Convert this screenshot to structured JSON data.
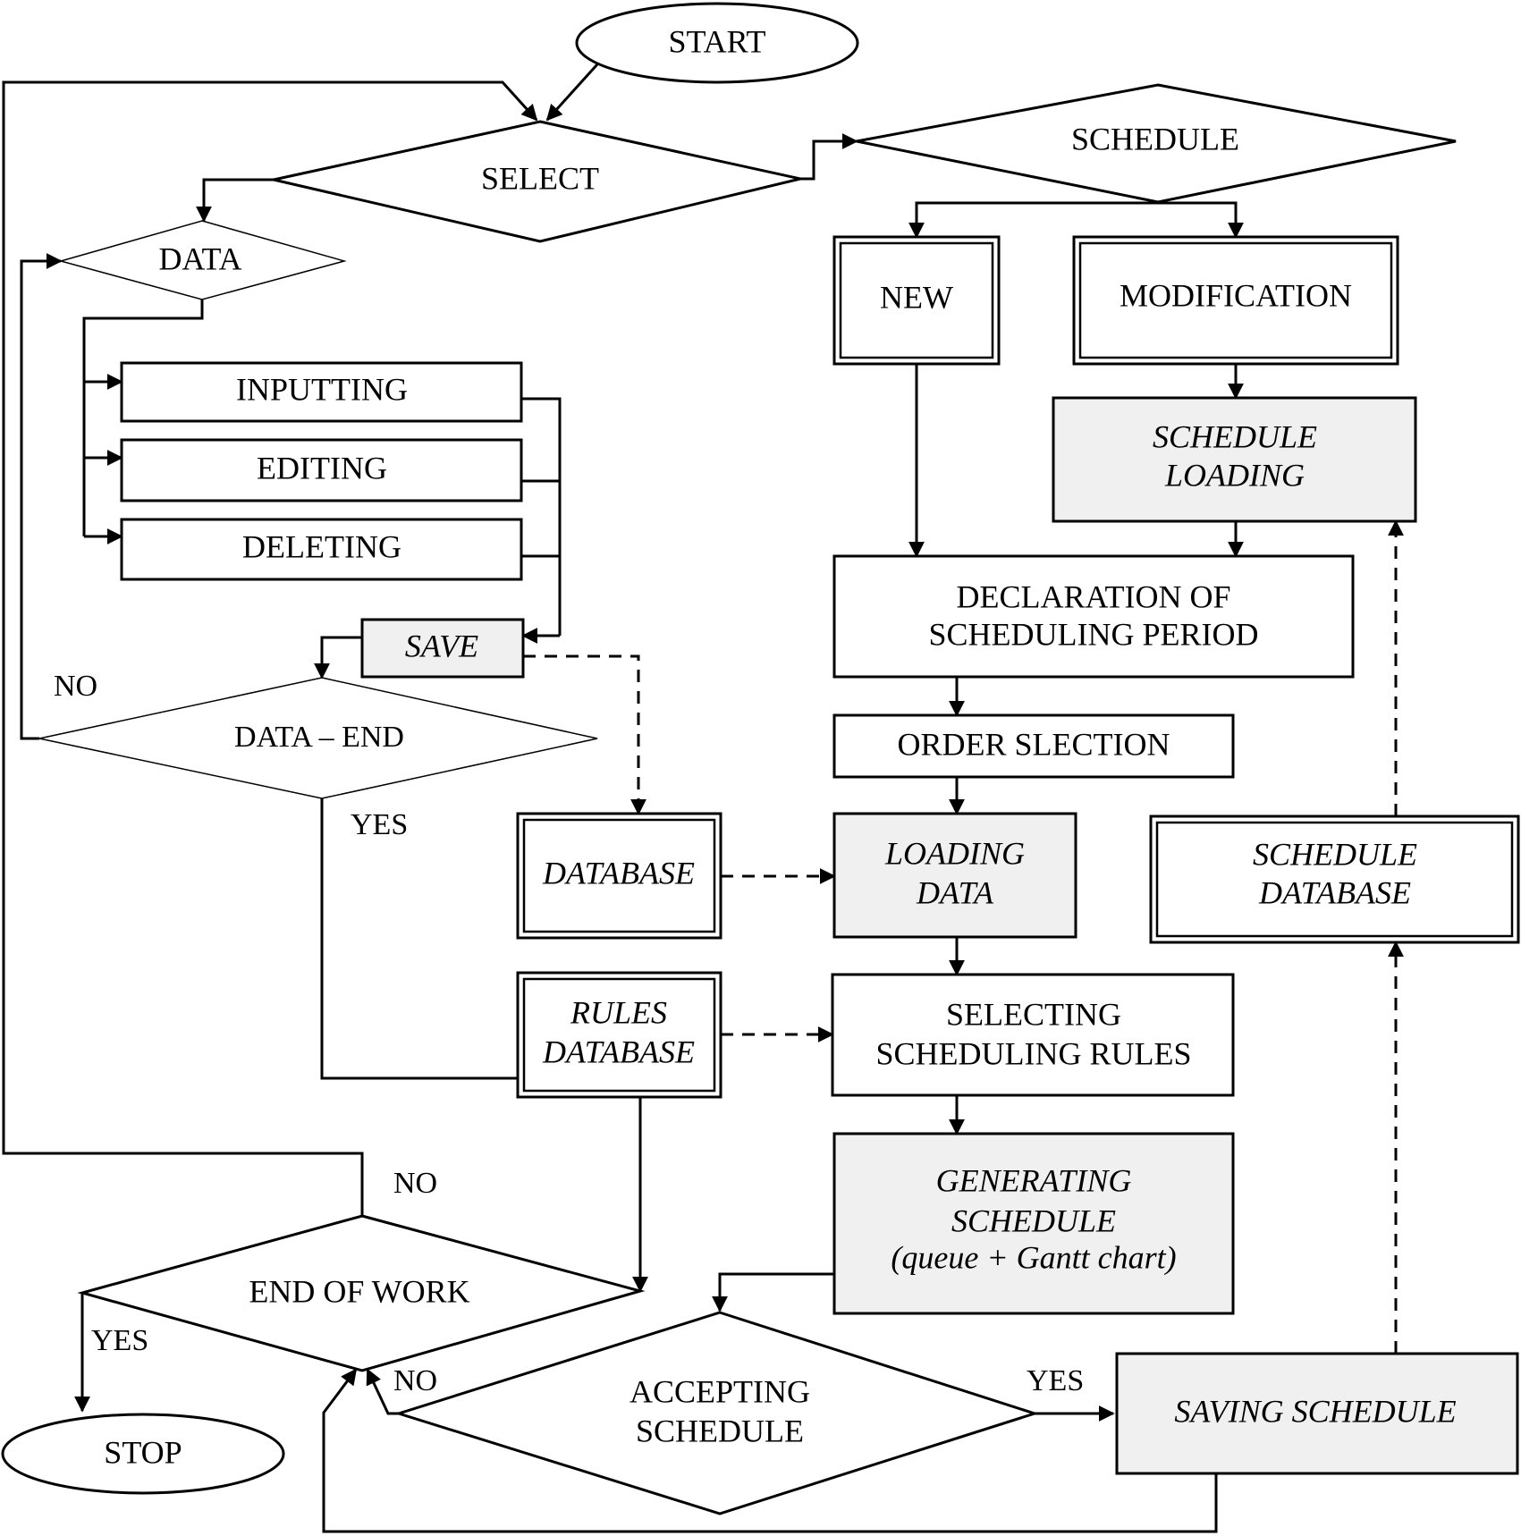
{
  "nodes": {
    "start": "START",
    "select": "SELECT",
    "schedule": "SCHEDULE",
    "data": "DATA",
    "new": "NEW",
    "modification": "MODIFICATION",
    "inputting": "INPUTTING",
    "editing": "EDITING",
    "deleting": "DELETING",
    "save": "SAVE",
    "data_end": "DATA – END",
    "schedule_loading": [
      "SCHEDULE",
      "LOADING"
    ],
    "declaration": [
      "DECLARATION  OF",
      "SCHEDULING  PERIOD"
    ],
    "order_selection": "ORDER  SLECTION",
    "database": "DATABASE",
    "loading_data": [
      "LOADING",
      "DATA"
    ],
    "schedule_database": [
      "SCHEDULE",
      "DATABASE"
    ],
    "rules_database": [
      "RULES",
      "DATABASE"
    ],
    "selecting_rules": [
      "SELECTING",
      "SCHEDULING  RULES"
    ],
    "generating_schedule": [
      "GENERATING",
      "SCHEDULE",
      "(queue + Gantt chart)"
    ],
    "end_of_work": "END  OF  WORK",
    "accepting_schedule": [
      "ACCEPTING",
      "SCHEDULE"
    ],
    "saving_schedule": "SAVING SCHEDULE",
    "stop": "STOP"
  },
  "edge_labels": {
    "data_end_no": "NO",
    "data_end_yes": "YES",
    "end_of_work_no": "NO",
    "end_of_work_yes": "YES",
    "accepting_no": "NO",
    "accepting_yes": "YES"
  }
}
